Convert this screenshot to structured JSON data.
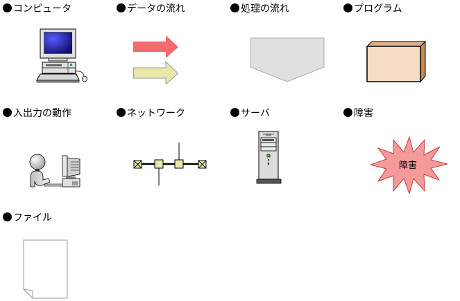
{
  "legend": {
    "items": [
      {
        "id": "computer",
        "label": "コンピュータ"
      },
      {
        "id": "data-flow",
        "label": "データの流れ"
      },
      {
        "id": "process-flow",
        "label": "処理の流れ"
      },
      {
        "id": "program",
        "label": "プログラム"
      },
      {
        "id": "io-operation",
        "label": "入出力の動作"
      },
      {
        "id": "network",
        "label": "ネットワーク"
      },
      {
        "id": "server",
        "label": "サーバ"
      },
      {
        "id": "failure",
        "label": "障害"
      },
      {
        "id": "file",
        "label": "ファイル"
      }
    ],
    "failure_icon_text": "障害"
  },
  "colors": {
    "data_flow_arrow_primary": "#f46b6b",
    "data_flow_arrow_secondary": "#e9e8a9",
    "process_flow_fill": "#e0e0e0",
    "program_front": "#f5dcc4",
    "program_top": "#dcae86",
    "program_side": "#c48a56",
    "monitor_screen": "#2a2ab8",
    "network_node": "#e9e8a9",
    "failure_fill": "#f59a9a",
    "failure_stroke": "#c83a3a",
    "file_stroke": "#999999"
  }
}
